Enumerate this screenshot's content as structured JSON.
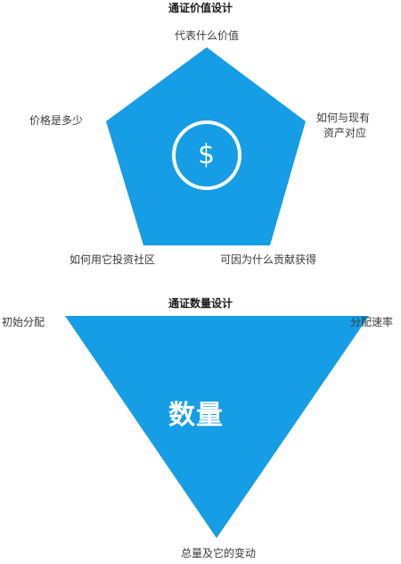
{
  "pentagon_section": {
    "title": "通证价值设计",
    "labels": {
      "top": "代表什么价值",
      "right_line1": "如何与现有",
      "right_line2": "资产对应",
      "left": "价格是多少",
      "bottom_left": "如何用它投资社区",
      "bottom_right": "可因为什么贡献获得"
    },
    "center_symbol": "$"
  },
  "triangle_section": {
    "title": "通证数量设计",
    "labels": {
      "left": "初始分配",
      "right": "分配速率",
      "bottom": "总量及它的变动"
    },
    "center_text": "数量"
  },
  "colors": {
    "shape_fill": "#159DE5",
    "text_on_shape": "#ffffff"
  }
}
